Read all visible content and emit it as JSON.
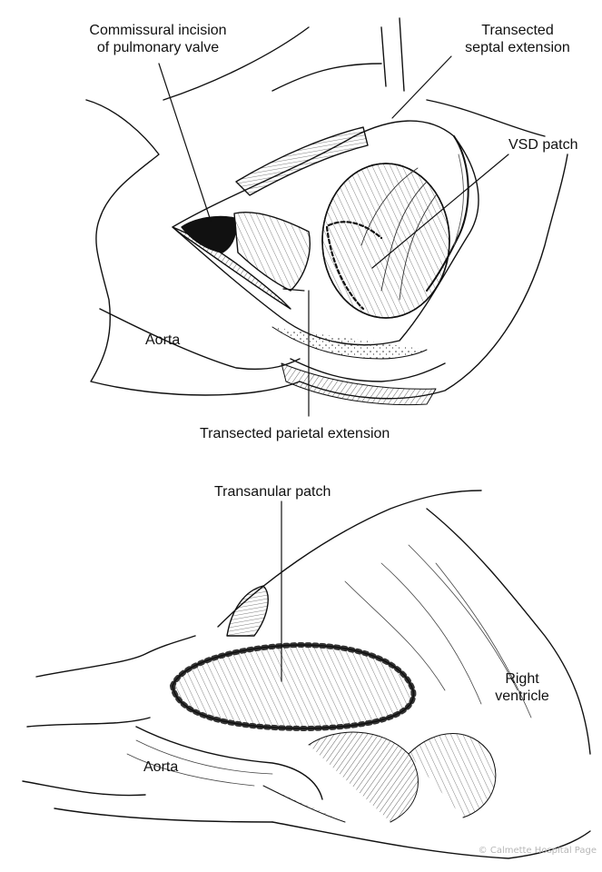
{
  "figure": {
    "top": {
      "label_commissural": "Commissural incision\nof pulmonary valve",
      "label_septal": "Transected\nseptal extension",
      "label_vsd": "VSD patch",
      "label_aorta": "Aorta",
      "label_parietal": "Transected parietal extension"
    },
    "bottom": {
      "label_transanular": "Transanular patch",
      "label_rv": "Right\nventricle",
      "label_aorta": "Aorta"
    },
    "watermark": "© Calmette Hospital Page"
  },
  "colors": {
    "ink": "#111111",
    "watermark": "#b7b7b7"
  }
}
